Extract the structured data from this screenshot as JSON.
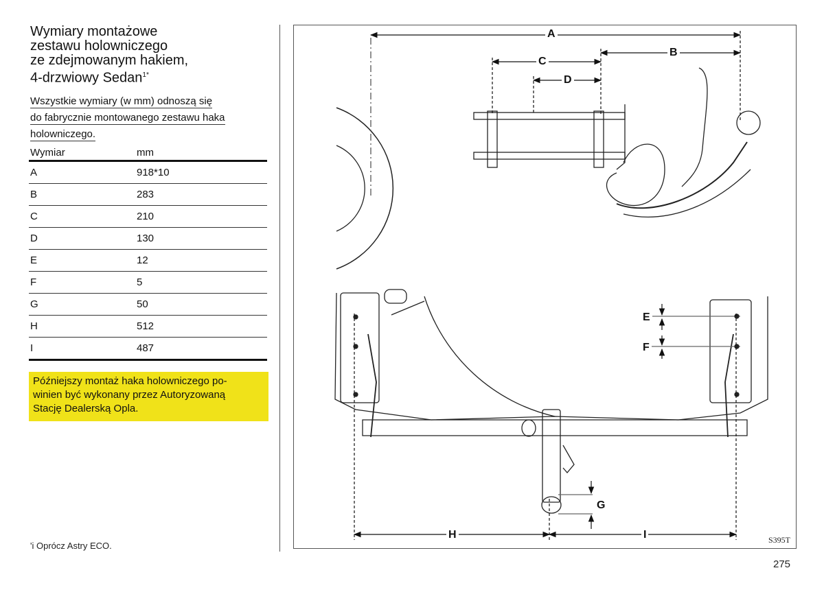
{
  "title": {
    "line1": "Wymiary  montażowe",
    "line2": "zestawu holowniczego",
    "line3": "ze zdejmowanym hakiem,",
    "line4": "4-drzwiowy Sedan",
    "line4_sup": "1*"
  },
  "intro": {
    "line1": "Wszystkie wymiary (w mm) odnoszą się",
    "line2": "do fabrycznie montowanego zestawu haka",
    "line3": "holowniczego."
  },
  "table": {
    "col1": "Wymiar",
    "col2": "mm",
    "rows": [
      {
        "dim": "A",
        "mm": "918*10"
      },
      {
        "dim": "B",
        "mm": "283"
      },
      {
        "dim": "C",
        "mm": "210"
      },
      {
        "dim": "D",
        "mm": "130"
      },
      {
        "dim": "E",
        "mm": "12"
      },
      {
        "dim": "F",
        "mm": "5"
      },
      {
        "dim": "G",
        "mm": "50"
      },
      {
        "dim": "H",
        "mm": "512"
      },
      {
        "dim": "I",
        "mm": "487"
      }
    ]
  },
  "note": {
    "line1": "Późniejszy montaż haka holowniczego po-",
    "line2": "winien być wykonany przez Autoryzowaną",
    "line3": "Stację Dealerską Opla."
  },
  "footnote": "'i  Oprócz Astry ECO.",
  "figure": {
    "labels": {
      "A": "A",
      "B": "B",
      "C": "C",
      "D": "D",
      "E": "E",
      "F": "F",
      "G": "G",
      "H": "H",
      "I": "I"
    },
    "code": "S395T"
  },
  "page_number": "275",
  "colors": {
    "note_bg": "#f0e219"
  }
}
